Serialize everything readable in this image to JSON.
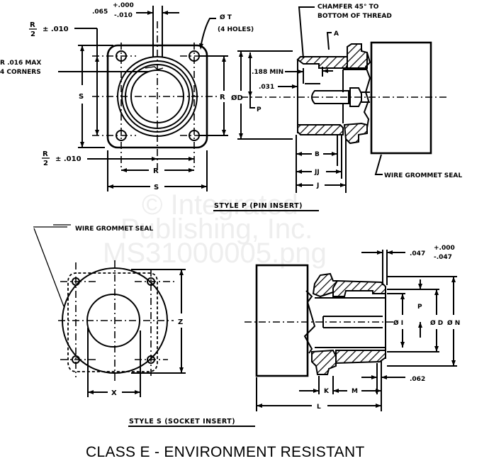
{
  "title": "CLASS E - ENVIRONMENT RESISTANT",
  "watermark": {
    "line1": "© Integrated",
    "line2": "Publishing, Inc.",
    "line3": "MS31000005.png"
  },
  "style_p": {
    "caption": "STYLE P (PIN INSERT)",
    "front_view": {
      "dim_065": ".065",
      "tol_plus": "+.000",
      "tol_minus": "-.010",
      "r_half_top": "R",
      "r_half_top_den": "2",
      "r_half_top_tol": "± .010",
      "r_half_bottom": "R",
      "r_half_bottom_den": "2",
      "r_half_bottom_tol": "± .010",
      "corner_r_line1": "R .016 MAX",
      "corner_r_line2": "4 CORNERS",
      "holes_line1": "Ø T",
      "holes_line2": "(4 HOLES)",
      "dim_s_left": "S",
      "dim_s_bottom": "S",
      "dim_r_bottom": "R",
      "dim_r_right": "R",
      "dim_od": "ØD"
    },
    "side_view": {
      "chamfer_line1": "CHAMFER 45° TO",
      "chamfer_line2": "BOTTOM OF THREAD",
      "dim_a": "A",
      "dim_188": ".188 MIN",
      "dim_031": ".031",
      "dim_p": "P",
      "dim_b": "B",
      "dim_jj": "JJ",
      "dim_j": "J",
      "grommet": "WIRE GROMMET SEAL"
    }
  },
  "style_s": {
    "caption": "STYLE S (SOCKET INSERT)",
    "front_view": {
      "grommet": "WIRE GROMMET SEAL",
      "dim_z": "Z",
      "dim_x": "X"
    },
    "side_view": {
      "dim_047": ".047",
      "tol_plus": "+.000",
      "tol_minus": "-.047",
      "dim_p": "P",
      "dim_oi": "Ø I",
      "dim_od": "Ø D",
      "dim_on": "Ø N",
      "dim_062": ".062",
      "dim_k": "K",
      "dim_m": "M",
      "dim_l": "L"
    }
  }
}
